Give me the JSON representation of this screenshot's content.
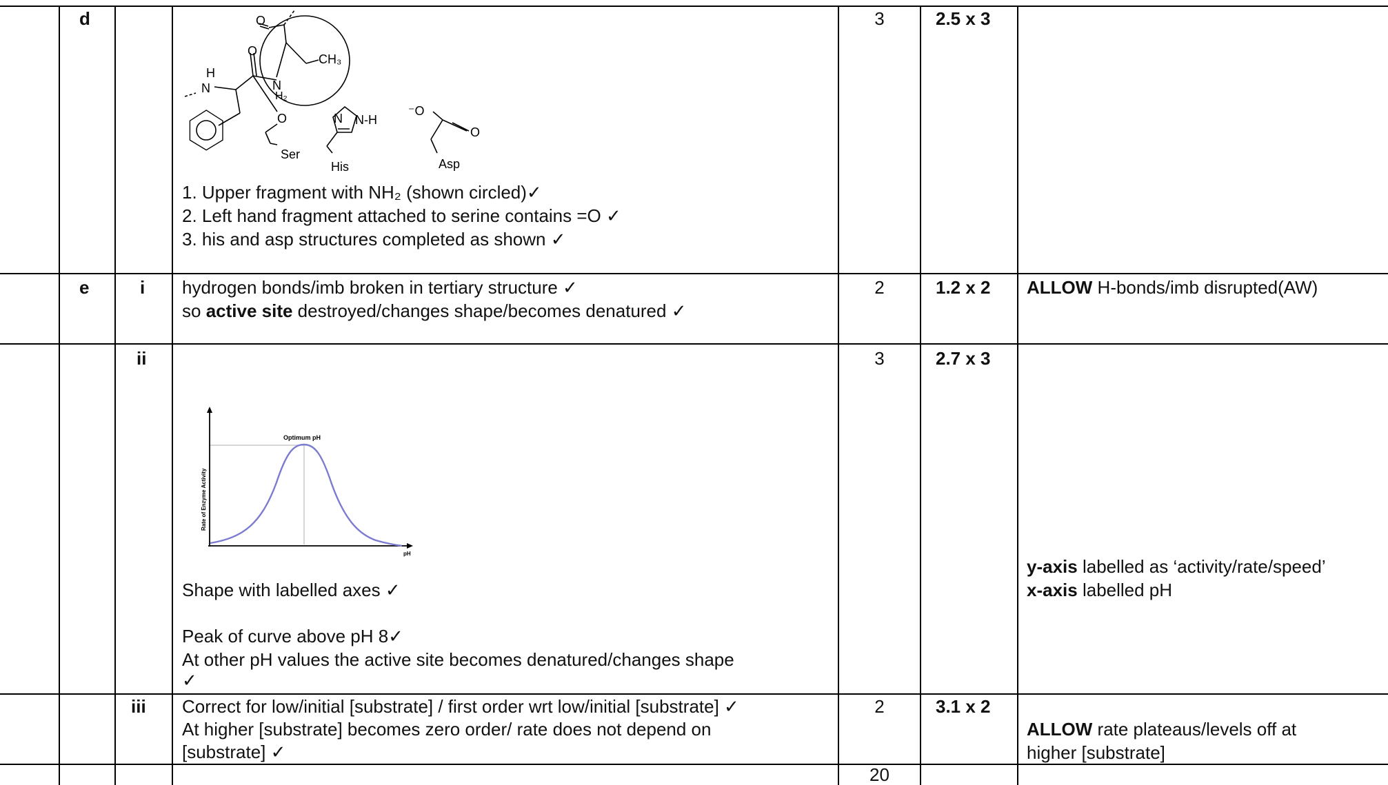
{
  "rows": {
    "d": {
      "question": "d",
      "diagram": {
        "o1": "O",
        "o2": "O",
        "ch3": "CH₃",
        "h_nh": "H",
        "n_nh": "N",
        "n_nh2": "N",
        "h2_nh2": "H₂",
        "o_ser": "O",
        "ser": "Ser",
        "his": "His",
        "his_n1": "N",
        "his_nh": "N-H",
        "asp_o_minus": "⁻O",
        "asp_o": "O",
        "asp": "Asp"
      },
      "line1": "1. Upper fragment with NH₂ (shown circled)✓",
      "line2": "2. Left hand fragment attached to serine contains =O ✓",
      "line3": "3. his and asp structures completed as shown ✓",
      "marks": "3",
      "ao": "2.5 x 3",
      "guidance": ""
    },
    "e_i": {
      "question": "e",
      "part": "i",
      "line1": "hydrogen bonds/imb broken in tertiary structure ✓",
      "line2_pre": "so ",
      "line2_bold": "active site",
      "line2_post": " destroyed/changes shape/becomes denatured ✓",
      "marks": "2",
      "ao": "1.2 x 2",
      "guidance_bold": "ALLOW",
      "guidance_text": " H-bonds/imb disrupted(AW)"
    },
    "e_ii": {
      "part": "ii",
      "graph": {
        "peak_label": "Optimum pH",
        "xlabel": "pH",
        "ylabel": "Rate of Enzyme Activity"
      },
      "line1": "Shape with labelled axes ✓",
      "line2": "Peak of curve above pH 8✓",
      "line3": "At other pH values the active site becomes denatured/changes shape",
      "line4": "✓",
      "marks": "3",
      "ao": "2.7 x 3",
      "guidance1_bold": "y-axis",
      "guidance1_text": " labelled as ‘activity/rate/speed’",
      "guidance2_bold": "x-axis",
      "guidance2_text": " labelled pH"
    },
    "e_iii": {
      "part": "iii",
      "line1": "Correct for low/initial [substrate] / first order wrt low/initial [substrate] ✓",
      "line2": "At higher [substrate] becomes zero order/ rate does not depend on",
      "line3": "[substrate] ✓",
      "marks": "2",
      "ao": "3.1 x 2",
      "guidance1_bold": "ALLOW",
      "guidance1_text": " rate plateaus/levels off at",
      "guidance2_text": "higher [substrate]"
    },
    "total": {
      "marks": "20"
    }
  },
  "colors": {
    "curve": "#7b7bd0",
    "gridline": "#c8c8c8",
    "rule": "#000000"
  }
}
